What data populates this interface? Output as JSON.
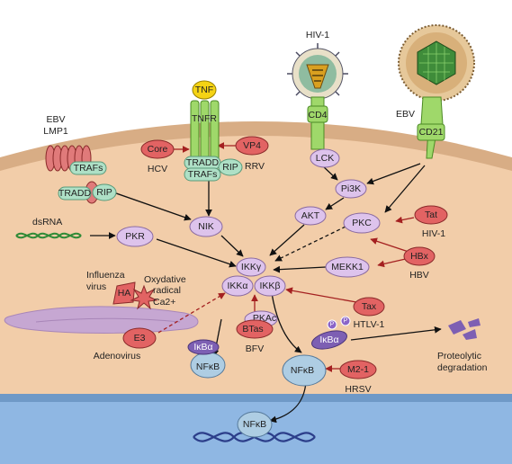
{
  "receptors": {
    "tnf": "TNF",
    "tnfr": "TNFR",
    "tradd_top": "TRADD",
    "trafs_top": "TRAFs",
    "rip_top": "RIP",
    "ebv_left": "EBV",
    "lmp1": "LMP1",
    "trafs_left": "TRAFs",
    "tradd_left": "TRADD",
    "rip_left": "RIP",
    "hiv_top": "HIV-1",
    "cd4": "CD4",
    "ebv_right": "EBV",
    "cd21": "CD21"
  },
  "host_nodes": {
    "lck": "LCK",
    "pi3k": "Pi3K",
    "akt": "AKT",
    "pkc": "PKC",
    "nik": "NIK",
    "pkr": "PKR",
    "mekk1": "MEKK1",
    "ikkg": "IKKγ",
    "ikka": "IKKα",
    "ikkb": "IKKβ",
    "pkac": "PKAc",
    "ikba_left": "IκBα",
    "nfkb_left": "NFκB",
    "ikba_p": "IκBα",
    "p1": "P",
    "p2": "P",
    "nfkb_mid": "NFκB",
    "nfkb_nucleus": "NFκB"
  },
  "viral_nodes": {
    "core": "Core",
    "vp4": "VP4",
    "tat": "Tat",
    "hbx": "HBx",
    "tax": "Tax",
    "e3": "E3",
    "btas": "BTas",
    "m21": "M2-1",
    "ha": "HA"
  },
  "labels": {
    "hcv": "HCV",
    "rrv": "RRV",
    "hiv_tat": "HIV-1",
    "hbv": "HBV",
    "htlv": "HTLV-1",
    "bfv": "BFV",
    "hrsv": "HRSV",
    "adenovirus": "Adenovirus",
    "dsrna": "dsRNA",
    "influenza_1": "Influenza",
    "influenza_2": "virus",
    "oxy_1": "Oxydative",
    "oxy_2": "radical",
    "oxy_3": "Ca2+",
    "proteolytic_1": "Proteolytic",
    "proteolytic_2": "degradation"
  },
  "colors": {
    "cytoplasm": "#f2cda9",
    "membrane": "#d8ad85",
    "nucleus": "#8fb7e3",
    "host_node": "#ddc3ec",
    "viral_node": "#e26363",
    "nfkb": "#aecde3",
    "ikba": "#7d5fb3",
    "receptor_green": "#9fd86a",
    "tnf_yellow": "#f5d314",
    "er_purple": "#c6a7d2"
  }
}
